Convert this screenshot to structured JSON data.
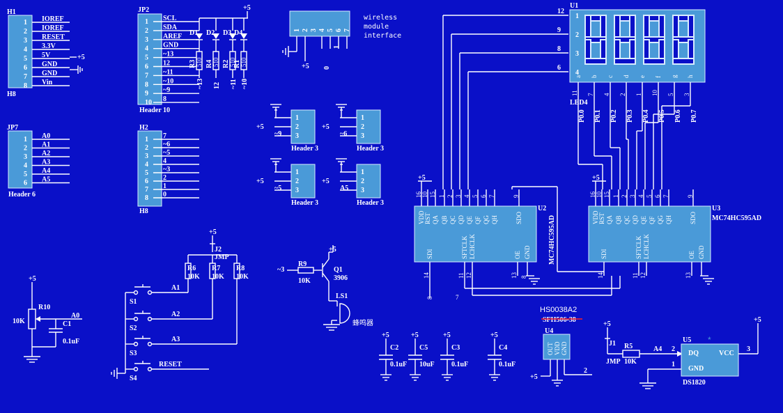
{
  "headers": {
    "h1": {
      "ref": "H1",
      "name": "H8",
      "pins": [
        "1",
        "2",
        "3",
        "4",
        "5",
        "6",
        "7",
        "8"
      ],
      "labels": [
        "IOREF",
        "IOREF",
        "RESET",
        "3.3V",
        "5V",
        "GND",
        "GND",
        "Vin"
      ],
      "vcc": "+5"
    },
    "jp2": {
      "ref": "JP2",
      "name": "Header 10",
      "pins": [
        "1",
        "2",
        "3",
        "4",
        "5",
        "6",
        "7",
        "8",
        "9",
        "10"
      ],
      "labels": [
        "SCL",
        "SDA",
        "AREF",
        "GND",
        "~13",
        "12",
        "~11",
        "~10",
        "~9",
        "8"
      ]
    },
    "jp7": {
      "ref": "JP7",
      "name": "Header 6",
      "pins": [
        "1",
        "2",
        "3",
        "4",
        "5",
        "6"
      ],
      "labels": [
        "A0",
        "A1",
        "A2",
        "A3",
        "A4",
        "A5"
      ]
    },
    "h2": {
      "ref": "H2",
      "name": "H8",
      "pins": [
        "1",
        "2",
        "3",
        "4",
        "5",
        "6",
        "7",
        "8"
      ],
      "labels": [
        "7",
        "~6",
        "~5",
        "4",
        "~3",
        "2",
        "1",
        "0"
      ]
    }
  },
  "leds": {
    "vcc": "+5",
    "items": [
      {
        "ref": "D1",
        "res": "R3",
        "val": "510",
        "net": "~13"
      },
      {
        "ref": "D2",
        "res": "R4",
        "val": "510",
        "net": "12"
      },
      {
        "ref": "D3",
        "res": "R2",
        "val": "510",
        "net": "~11"
      },
      {
        "ref": "D4",
        "res": "R1",
        "val": "510",
        "net": "~10"
      }
    ]
  },
  "wireless": {
    "pins": [
      "1",
      "2",
      "3",
      "4",
      "5",
      "6",
      "7"
    ],
    "label_lines": [
      "wireless",
      "module",
      "interface"
    ],
    "vcc": "+5",
    "n0": "0",
    "n1": "1"
  },
  "servo_headers": [
    {
      "name": "Header 3",
      "pins": [
        "1",
        "2",
        "3"
      ],
      "vcc": "+5",
      "net": "~9"
    },
    {
      "name": "Header 3",
      "pins": [
        "1",
        "2",
        "3"
      ],
      "vcc": "+5",
      "net": "~6"
    },
    {
      "name": "Header 3",
      "pins": [
        "1",
        "2",
        "3"
      ],
      "vcc": "+5",
      "net": "~5"
    },
    {
      "name": "Header 3",
      "pins": [
        "1",
        "2",
        "3"
      ],
      "vcc": "+5",
      "net": "A5"
    }
  ],
  "display": {
    "ref": "U1",
    "name": "LED4",
    "digit_pins": [
      "1",
      "2",
      "3",
      "4"
    ],
    "digit_pin_nums": [
      "12",
      "9",
      "8",
      "6"
    ],
    "seg_labels": [
      "a",
      "b",
      "c",
      "d",
      "e",
      "f",
      "g",
      "h"
    ],
    "seg_pin_nums": [
      "11",
      "7",
      "4",
      "2",
      "1",
      "10",
      "5",
      "3"
    ],
    "seg_nets": [
      "P0.0",
      "P0.1",
      "P0.2",
      "P0.3",
      "P0.4",
      "P0.5",
      "P0.6",
      "P0.7"
    ]
  },
  "shift_u2": {
    "ref": "U2",
    "part": "MC74HC595AD",
    "top_pins": [
      "VDD",
      "RST",
      "QA",
      "QB",
      "QC",
      "QD",
      "QE",
      "QF",
      "QG",
      "QH",
      "SDO"
    ],
    "top_nums": [
      "16",
      "10",
      "15",
      "1",
      "2",
      "3",
      "4",
      "5",
      "6",
      "7",
      "9"
    ],
    "bottom_pins": [
      "SDI",
      "SFTCLK",
      "LCHCLK",
      "OE",
      "GND"
    ],
    "bottom_nums": [
      "14",
      "11",
      "12",
      "13",
      "8"
    ],
    "vcc": "+5"
  },
  "shift_u3": {
    "ref": "U3",
    "part": "MC74HC595AD",
    "top_pins": [
      "VDD",
      "RST",
      "QA",
      "QB",
      "QC",
      "QD",
      "QE",
      "QF",
      "QG",
      "QH",
      "SDO"
    ],
    "top_nums": [
      "16",
      "10",
      "15",
      "1",
      "2",
      "3",
      "4",
      "5",
      "6",
      "7",
      "9"
    ],
    "bottom_pins": [
      "SDI",
      "SFTCLK",
      "LCHCLK",
      "OE",
      "GND"
    ],
    "bottom_nums": [
      "14",
      "11",
      "12",
      "13"
    ],
    "vcc": "+5",
    "extra_nums": [
      "7",
      "8"
    ]
  },
  "pot": {
    "ref": "R10",
    "val": "10K",
    "cap": "C1",
    "cap_val": "0.1uF",
    "vcc": "+5",
    "net": "A0"
  },
  "buttons": {
    "vcc": "+5",
    "jumper": "J2",
    "jumper_val": "JMP",
    "resistors": [
      {
        "ref": "R6",
        "val": "10K"
      },
      {
        "ref": "R7",
        "val": "10K"
      },
      {
        "ref": "R8",
        "val": "10K"
      }
    ],
    "switches": [
      {
        "ref": "S1",
        "net": "A1"
      },
      {
        "ref": "S2",
        "net": "A2"
      },
      {
        "ref": "S3",
        "net": "A3"
      },
      {
        "ref": "S4",
        "net": "RESET"
      }
    ]
  },
  "buzzer": {
    "net": "~3",
    "res": "R9",
    "res_val": "10K",
    "q": "Q1",
    "q_part": "3906",
    "ls": "LS1",
    "ls_label": "蜂鸣器",
    "vcc": "+5"
  },
  "caps": [
    {
      "ref": "C2",
      "val": "0.1uF",
      "vcc": "+5"
    },
    {
      "ref": "C5",
      "val": "10uF",
      "vcc": "+5"
    },
    {
      "ref": "C3",
      "val": "0.1uF",
      "vcc": "+5"
    },
    {
      "ref": "C4",
      "val": "0.1uF",
      "vcc": "+5"
    }
  ],
  "ir": {
    "ref": "U4",
    "new_part": "HS0038A2",
    "old_part": "SFH506-38",
    "pins": [
      "OUT",
      "VDD",
      "GND"
    ],
    "vcc": "+5",
    "net": "2"
  },
  "temp": {
    "ref": "U5",
    "part": "DS1820",
    "pins": [
      "DQ",
      "GND",
      "VCC"
    ],
    "pin_nums": [
      "2",
      "1",
      "3"
    ],
    "jumper": "J1",
    "jumper_val": "JMP",
    "res": "R5",
    "res_val": "10K",
    "net": "A4",
    "vcc": "+5",
    "mark": "*"
  }
}
